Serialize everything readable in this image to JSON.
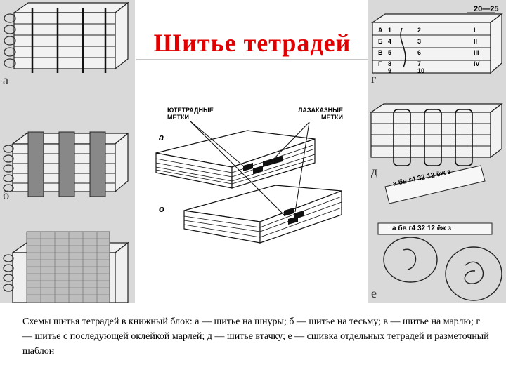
{
  "title": "Шитье тетрадей",
  "caption": "Схемы шитья тетрадей в книжный блок: а — шитье на шнуры; б — шитье на тесьму; в — шитье на марлю; г — шитье с последующей оклейкой марлей; д — шитье втачку; е — сшивка отдельных тетрадей и разметочный шаблон",
  "left_labels": [
    "а",
    "б"
  ],
  "right_labels": [
    "г",
    "д",
    "е"
  ],
  "center": {
    "label_left": "ЮТЕТРАДНЫЕ МЕТКИ",
    "label_right": "ЛАЗАКАЗНЫЕ МЕТКИ",
    "book_labels": [
      "а",
      "о"
    ]
  },
  "right_top": {
    "measure": "20—25",
    "left_letters": [
      "А",
      "Б",
      "В",
      "Г"
    ],
    "numbers": [
      "1",
      "2",
      "3",
      "4",
      "5",
      "6",
      "7",
      "8",
      "9",
      "10"
    ],
    "roman": [
      "I",
      "II",
      "III",
      "IV"
    ]
  },
  "template_strip": {
    "text_top": "а бв г4 32 12 ёж з",
    "text_bottom": "а бв г4 32 12 ёж з"
  }
}
